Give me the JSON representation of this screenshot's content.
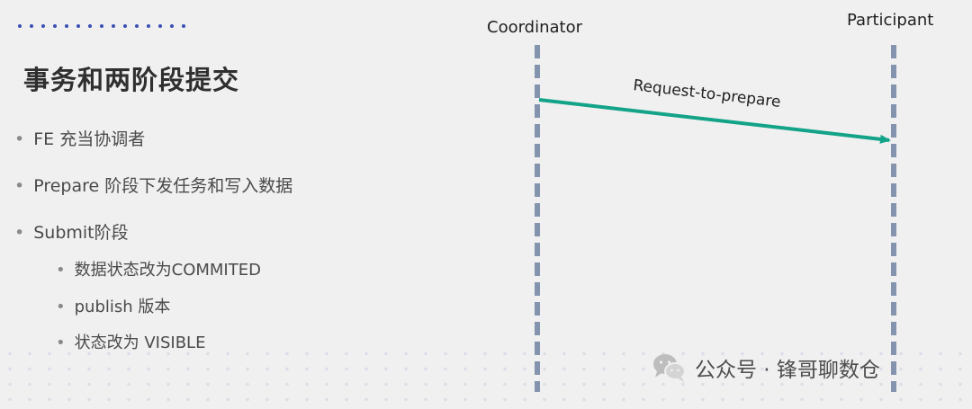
{
  "slide": {
    "title": "事务和两阶段提交",
    "bullets": [
      "FE 充当协调者",
      "Prepare 阶段下发任务和写入数据",
      "Submit阶段"
    ],
    "sub_bullets": [
      "数据状态改为COMMITED",
      "publish 版本",
      "状态改为 VISIBLE"
    ]
  },
  "diagram": {
    "actors": {
      "coordinator": "Coordinator",
      "participant": "Participant"
    },
    "message": "Request-to-prepare",
    "colors": {
      "lifeline": "#8494ae",
      "arrow": "#12a388"
    }
  },
  "watermark": {
    "text": "公众号 · 锋哥聊数仓",
    "icon": "wechat-icon"
  }
}
